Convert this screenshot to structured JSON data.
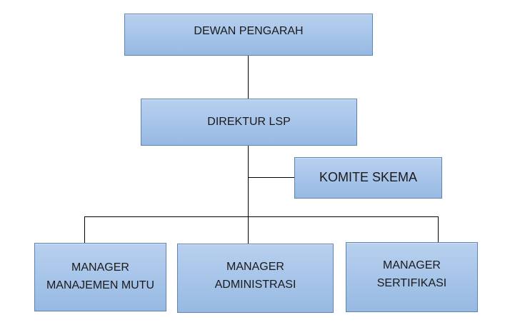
{
  "org_chart": {
    "dewan_pengarah": "DEWAN PENGARAH",
    "direktur": "DIREKTUR LSP",
    "komite": "KOMITE SKEMA",
    "managers": [
      {
        "line1": "MANAGER",
        "line2": "MANAJEMEN MUTU"
      },
      {
        "line1": "MANAGER",
        "line2": "ADMINISTRASI"
      },
      {
        "line1": "MANAGER",
        "line2": "SERTIFIKASI"
      }
    ]
  },
  "colors": {
    "box_fill": "#a9c6ea",
    "box_border": "#5b83b5",
    "connector": "#000000",
    "text": "#1a1a1a"
  }
}
